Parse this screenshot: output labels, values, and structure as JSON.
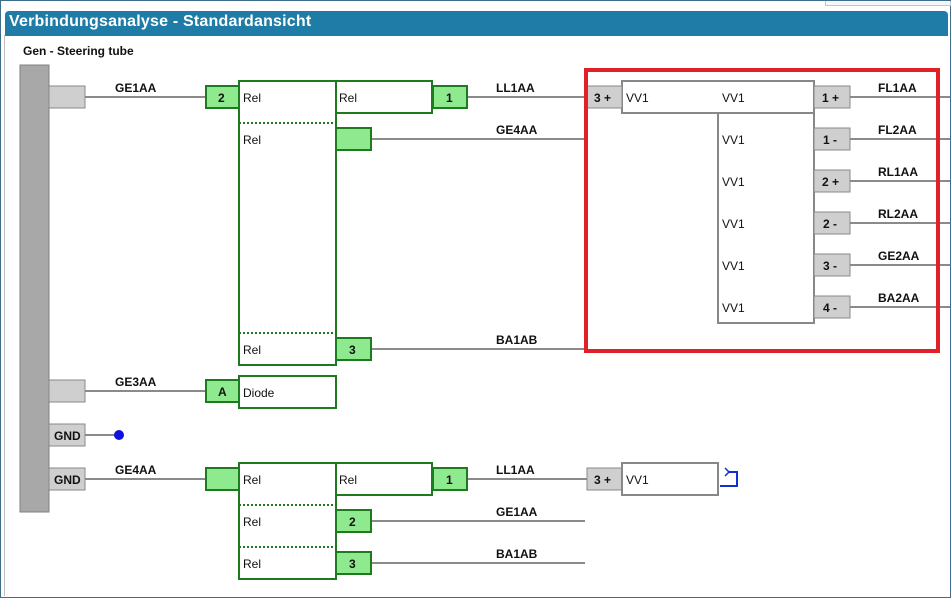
{
  "window": {
    "title": "Verbindungsanalyse - Standardansicht"
  },
  "diagram": {
    "component_label": "Gen - Steering tube",
    "pins": {
      "gnd_1": "GND",
      "gnd_2": "GND",
      "rel1_a": "2",
      "rel1_out_1": "1",
      "rel1_out_3": "3",
      "diode_in": "A",
      "rel2_out_1": "1",
      "rel2_out_2": "2",
      "rel2_out_3": "3",
      "vv1_in": "3 +",
      "vv1_out_1": "1 +",
      "vv1_out_2": "1 -",
      "vv1_out_3": "2 +",
      "vv1_out_4": "2 -",
      "vv1_out_5": "3 -",
      "vv1_out_6": "4 -",
      "vv1b_in": "3 +"
    },
    "wires": {
      "ge1aa_top": "GE1AA",
      "ll1aa_top": "LL1AA",
      "ge4aa_top": "GE4AA",
      "ba1ab_top": "BA1AB",
      "ge3aa": "GE3AA",
      "ge4aa_bottom": "GE4AA",
      "ll1aa_bottom": "LL1AA",
      "ge1aa_bottom": "GE1AA",
      "ba1ab_bottom": "BA1AB",
      "fl1aa": "FL1AA",
      "fl2aa": "FL2AA",
      "rl1aa": "RL1AA",
      "rl2aa": "RL2AA",
      "ge2aa": "GE2AA",
      "ba2aa": "BA2AA"
    },
    "relay_labels": {
      "rel1_a": "Rel",
      "rel1_b": "Rel",
      "rel1_c": "Rel",
      "rel1_d": "Rel",
      "diode": "Diode",
      "rel2_a": "Rel",
      "rel2_b": "Rel",
      "rel2_c": "Rel",
      "rel2_d": "Rel"
    },
    "vv1_labels": {
      "in": "VV1",
      "r1": "VV1",
      "r2": "VV1",
      "r3": "VV1",
      "r4": "VV1",
      "r5": "VV1",
      "r6": "VV1",
      "bottom": "VV1"
    },
    "colors": {
      "titlebar": "#1f7ca6",
      "relay_border": "#1e7a1e",
      "relay_pin_fill": "#8fea8f",
      "grey_pin_fill": "#cfcfcf",
      "wire": "#8a8a8a",
      "highlight": "#e0212a",
      "ground_dot": "#1010e0",
      "return_arrow": "#1030d0"
    }
  }
}
